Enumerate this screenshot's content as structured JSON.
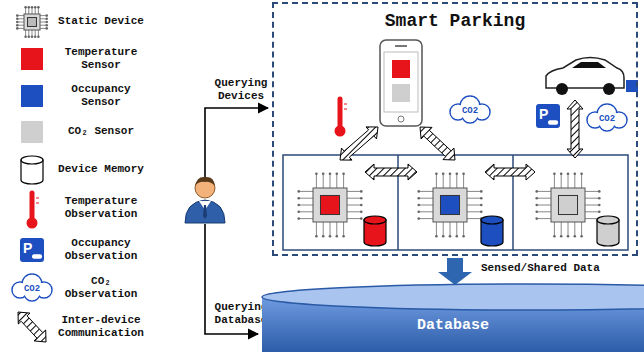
{
  "diagram": {
    "nodes": [
      {
        "text": [
          "Smart Parking"
        ]
      },
      {
        "text": [
          "Database"
        ]
      }
    ],
    "edges": [
      {
        "from": 0,
        "to": 1,
        "arrow": "to",
        "label": "Sensed/Shared Data"
      }
    ],
    "labels": [
      "Querying Devices",
      "Querying Database",
      "CO2",
      "CO2",
      "CO2",
      "P",
      "P"
    ],
    "legend": [
      {
        "text": "Static Device"
      },
      {
        "text": "Temperature Sensor",
        "color": "#e8141c"
      },
      {
        "text": "Occupancy Sensor",
        "color": "#1d4fc0"
      },
      {
        "text": "CO₂ Sensor",
        "color": "#cfcfcf"
      },
      {
        "text": "Device Memory"
      },
      {
        "text": "Temperature Observation"
      },
      {
        "text": "Occupancy Observation"
      },
      {
        "text": "CO₂ Observation"
      },
      {
        "text": "Inter-device Communication"
      }
    ]
  }
}
